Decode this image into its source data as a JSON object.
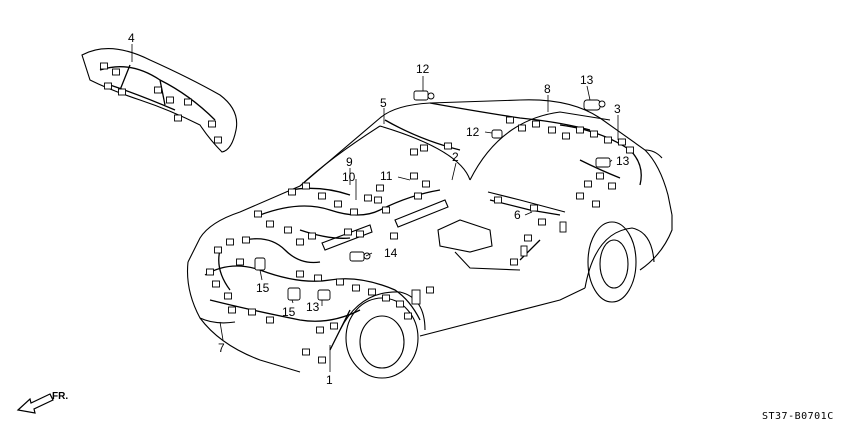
{
  "diagram": {
    "code": "ST37-B0701C",
    "direction_label": "FR.",
    "callouts": [
      "1",
      "2",
      "3",
      "4",
      "5",
      "6",
      "7",
      "8",
      "9",
      "10",
      "11",
      "12",
      "12",
      "13",
      "13",
      "13",
      "14",
      "15",
      "15"
    ]
  }
}
